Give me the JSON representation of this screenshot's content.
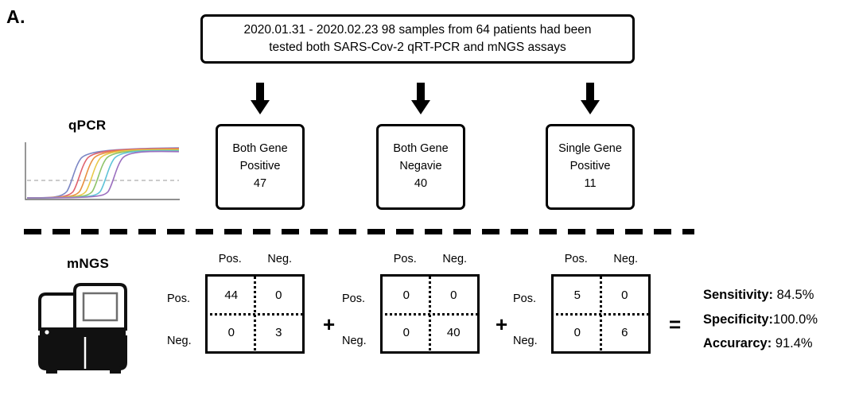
{
  "panel": {
    "label": "A."
  },
  "header": {
    "line1": "2020.01.31 - 2020.02.23 98 samples from 64 patients had been",
    "line2": "tested both SARS-Cov-2 qRT-PCR and mNGS assays"
  },
  "assays": {
    "qpcr_title": "qPCR",
    "mngs_title": "mNGS"
  },
  "categories": [
    {
      "line1": "Both Gene",
      "line2": "Positive",
      "count": "47"
    },
    {
      "line1": "Both Gene",
      "line2": "Negavie",
      "count": "40"
    },
    {
      "line1": "Single Gene",
      "line2": "Positive",
      "count": "11"
    }
  ],
  "matrix_labels": {
    "col_pos": "Pos.",
    "col_neg": "Neg.",
    "row_pos": "Pos.",
    "row_neg": "Neg."
  },
  "matrices": [
    {
      "tp": "44",
      "fn": "0",
      "fp": "0",
      "tn": "3"
    },
    {
      "tp": "0",
      "fn": "0",
      "fp": "0",
      "tn": "40"
    },
    {
      "tp": "5",
      "fn": "0",
      "fp": "0",
      "tn": "6"
    }
  ],
  "operators": {
    "plus": "+",
    "equals": "="
  },
  "metrics": [
    {
      "label": "Sensitivity:",
      "value": "84.5%"
    },
    {
      "label": "Specificity:",
      "value": "100.0%"
    },
    {
      "label": "Accurarcy:",
      "value": "91.4%"
    }
  ],
  "chart_data": {
    "type": "line",
    "title": "qPCR",
    "xlabel": "",
    "ylabel": "",
    "description": "Representative qPCR amplification curves: seven sigmoidal traces with a dashed fluorescence threshold line",
    "threshold_line": true,
    "series": [
      {
        "name": "curve-1",
        "color": "#7b86c4",
        "midpoint_x": 0.34
      },
      {
        "name": "curve-2",
        "color": "#e0646e",
        "midpoint_x": 0.4
      },
      {
        "name": "curve-3",
        "color": "#e8903f",
        "midpoint_x": 0.46
      },
      {
        "name": "curve-4",
        "color": "#e8c94a",
        "midpoint_x": 0.52
      },
      {
        "name": "curve-5",
        "color": "#8fc46a",
        "midpoint_x": 0.58
      },
      {
        "name": "curve-6",
        "color": "#5fc3d8",
        "midpoint_x": 0.64
      },
      {
        "name": "curve-7",
        "color": "#9b6fbf",
        "midpoint_x": 0.7
      }
    ]
  }
}
